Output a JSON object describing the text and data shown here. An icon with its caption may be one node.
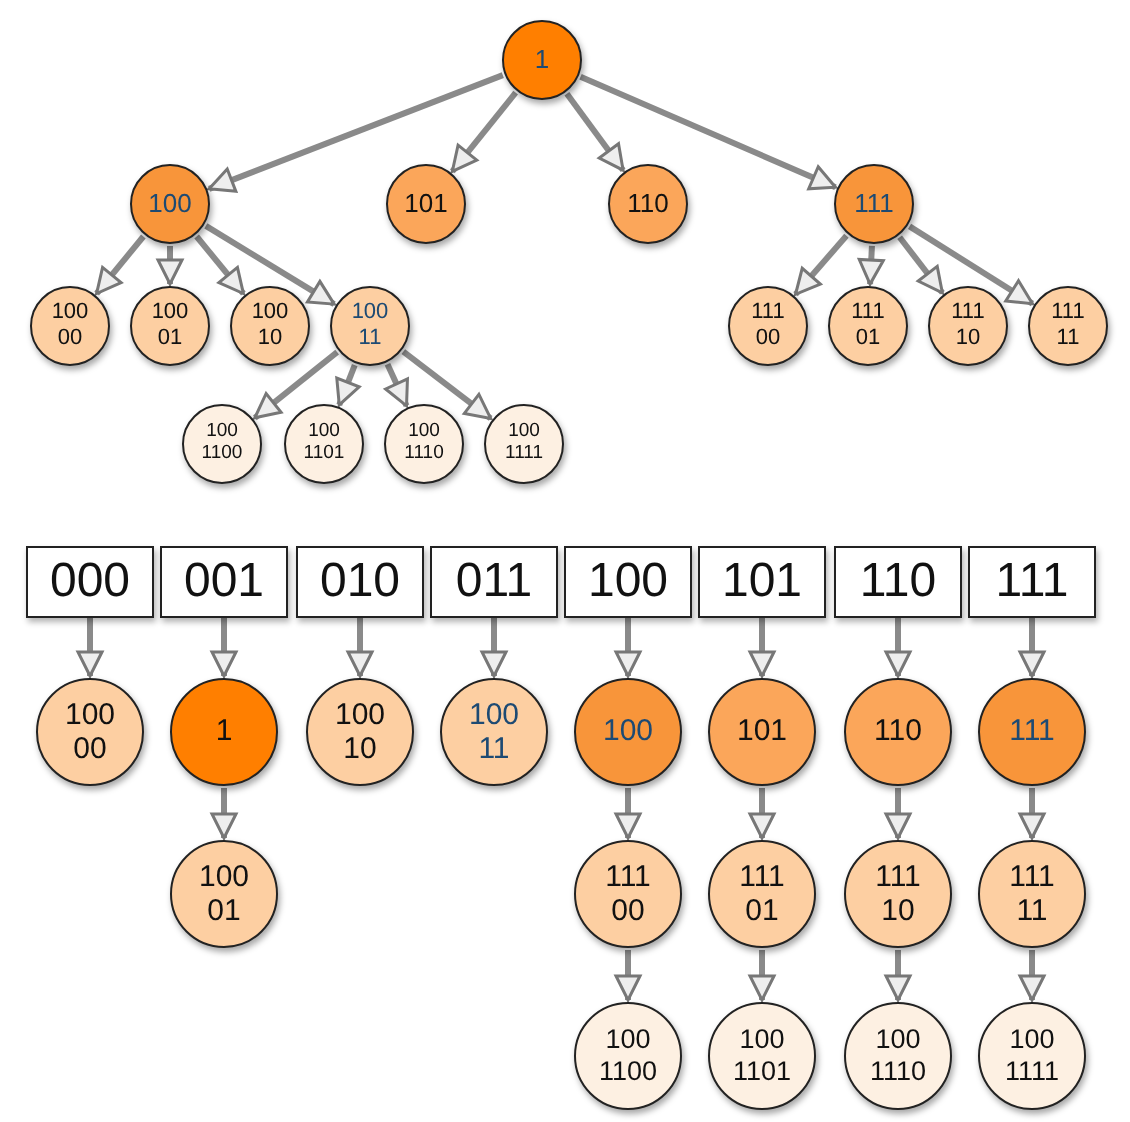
{
  "diagram": {
    "nodes": [
      {
        "text": [
          "1"
        ]
      },
      {
        "text": [
          "100"
        ]
      },
      {
        "text": [
          "101"
        ]
      },
      {
        "text": [
          "110"
        ]
      },
      {
        "text": [
          "111"
        ]
      },
      {
        "text": [
          "100 00"
        ]
      },
      {
        "text": [
          "100 01"
        ]
      },
      {
        "text": [
          "100 10"
        ]
      },
      {
        "text": [
          "100 11"
        ]
      },
      {
        "text": [
          "100 1100"
        ]
      },
      {
        "text": [
          "100 1101"
        ]
      },
      {
        "text": [
          "100 1110"
        ]
      },
      {
        "text": [
          "100 1111"
        ]
      },
      {
        "text": [
          "111 00"
        ]
      },
      {
        "text": [
          "111 01"
        ]
      },
      {
        "text": [
          "111 10"
        ]
      },
      {
        "text": [
          "111 11"
        ]
      },
      {
        "text": [
          "000"
        ]
      },
      {
        "text": [
          "001"
        ]
      },
      {
        "text": [
          "010"
        ]
      },
      {
        "text": [
          "011"
        ]
      },
      {
        "text": [
          "100"
        ]
      },
      {
        "text": [
          "101"
        ]
      },
      {
        "text": [
          "110"
        ]
      },
      {
        "text": [
          "111"
        ]
      },
      {
        "text": [
          "100 00"
        ]
      },
      {
        "text": [
          "1"
        ]
      },
      {
        "text": [
          "100 10"
        ]
      },
      {
        "text": [
          "100 11"
        ]
      },
      {
        "text": [
          "100"
        ]
      },
      {
        "text": [
          "101"
        ]
      },
      {
        "text": [
          "110"
        ]
      },
      {
        "text": [
          "111"
        ]
      },
      {
        "text": [
          "100 01"
        ]
      },
      {
        "text": [
          "111 00"
        ]
      },
      {
        "text": [
          "111 01"
        ]
      },
      {
        "text": [
          "111 10"
        ]
      },
      {
        "text": [
          "111 11"
        ]
      },
      {
        "text": [
          "100 1100"
        ]
      },
      {
        "text": [
          "100 1101"
        ]
      },
      {
        "text": [
          "100 1110"
        ]
      },
      {
        "text": [
          "100 1111"
        ]
      }
    ],
    "edges": [
      {
        "from": 0,
        "to": 1,
        "arrow": "to"
      },
      {
        "from": 0,
        "to": 2,
        "arrow": "to"
      },
      {
        "from": 0,
        "to": 3,
        "arrow": "to"
      },
      {
        "from": 0,
        "to": 4,
        "arrow": "to"
      },
      {
        "from": 1,
        "to": 5,
        "arrow": "to"
      },
      {
        "from": 1,
        "to": 6,
        "arrow": "to"
      },
      {
        "from": 1,
        "to": 7,
        "arrow": "to"
      },
      {
        "from": 1,
        "to": 8,
        "arrow": "to"
      },
      {
        "from": 8,
        "to": 9,
        "arrow": "to"
      },
      {
        "from": 8,
        "to": 10,
        "arrow": "to"
      },
      {
        "from": 8,
        "to": 11,
        "arrow": "to"
      },
      {
        "from": 8,
        "to": 12,
        "arrow": "to"
      },
      {
        "from": 4,
        "to": 13,
        "arrow": "to"
      },
      {
        "from": 4,
        "to": 14,
        "arrow": "to"
      },
      {
        "from": 4,
        "to": 15,
        "arrow": "to"
      },
      {
        "from": 4,
        "to": 16,
        "arrow": "to"
      },
      {
        "from": 17,
        "to": 25,
        "arrow": "to"
      },
      {
        "from": 18,
        "to": 26,
        "arrow": "to"
      },
      {
        "from": 26,
        "to": 33,
        "arrow": "to"
      },
      {
        "from": 19,
        "to": 27,
        "arrow": "to"
      },
      {
        "from": 20,
        "to": 28,
        "arrow": "to"
      },
      {
        "from": 21,
        "to": 29,
        "arrow": "to"
      },
      {
        "from": 22,
        "to": 30,
        "arrow": "to"
      },
      {
        "from": 23,
        "to": 31,
        "arrow": "to"
      },
      {
        "from": 24,
        "to": 32,
        "arrow": "to"
      },
      {
        "from": 29,
        "to": 34,
        "arrow": "to"
      },
      {
        "from": 30,
        "to": 35,
        "arrow": "to"
      },
      {
        "from": 31,
        "to": 36,
        "arrow": "to"
      },
      {
        "from": 32,
        "to": 37,
        "arrow": "to"
      },
      {
        "from": 34,
        "to": 38,
        "arrow": "to"
      },
      {
        "from": 35,
        "to": 39,
        "arrow": "to"
      },
      {
        "from": 36,
        "to": 40,
        "arrow": "to"
      },
      {
        "from": 37,
        "to": 41,
        "arrow": "to"
      }
    ]
  }
}
